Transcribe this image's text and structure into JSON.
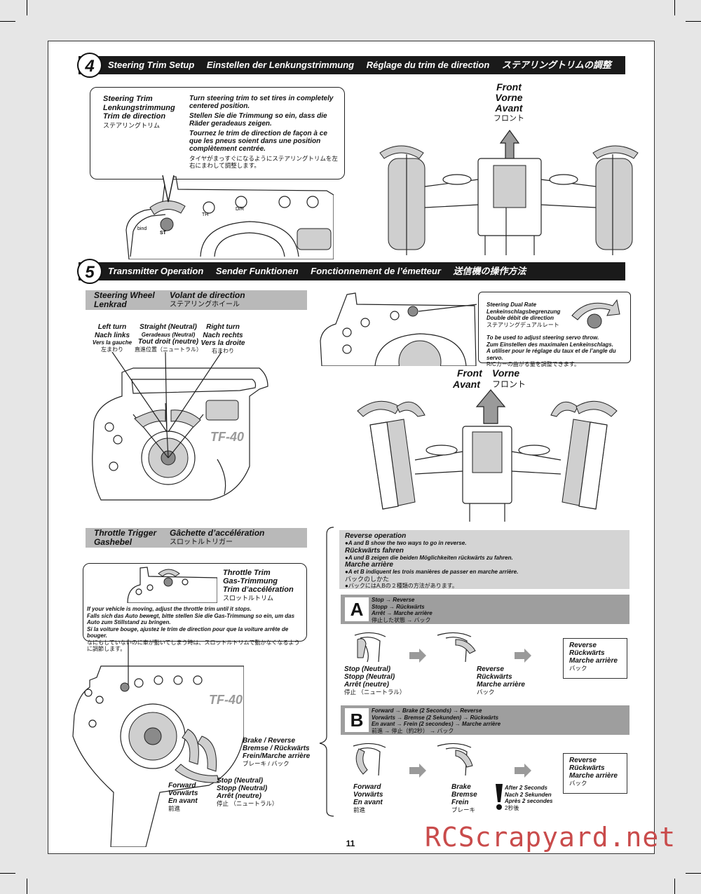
{
  "page_number": "11",
  "watermark": "RCScrapyard.net",
  "section4": {
    "number": "4",
    "titles": [
      "Steering Trim Setup",
      "Einstellen der Lenkungstrimmung",
      "Réglage du trim de direction",
      "ステアリングトリムの調整"
    ],
    "callout_labels": [
      "Steering Trim",
      "Lenkungstrimmung",
      "Trim de direction",
      "ステアリングトリム"
    ],
    "callout_text": [
      "Turn steering trim to set tires in completely centered position.",
      "Stellen Sie die Trimmung so ein, dass die Räder geradeaus zeigen.",
      "Tournez le trim de direction de façon à ce que les pneus soient dans une position complètement centrée.",
      "タイヤがまっすぐになるようにステアリングトリムを左右にまわして調整します。"
    ],
    "front_labels": [
      "Front",
      "Vorne",
      "Avant",
      "フロント"
    ],
    "tx_labels": [
      "bind",
      "ST",
      "TH",
      "D/R"
    ]
  },
  "section5": {
    "number": "5",
    "titles": [
      "Transmitter Operation",
      "Sender Funktionen",
      "Fonctionnement de l’émetteur",
      "送信機の操作方法"
    ],
    "steering_wheel": {
      "header": [
        "Steering Wheel",
        "Volant de direction",
        "Lenkrad",
        "ステアリングホイール"
      ],
      "left": [
        "Left turn",
        "Nach links",
        "Vers la gauche",
        "左まわり"
      ],
      "straight": [
        "Straight (Neutral)",
        "Geradeaus (Neutral)",
        "Tout droit (neutre)",
        "直進位置（ニュートラル）"
      ],
      "right": [
        "Right turn",
        "Nach rechts",
        "Vers la droite",
        "右まわり"
      ],
      "tx_model": "TF-40"
    },
    "dual_rate": {
      "labels": [
        "Steering Dual Rate",
        "Lenkeinschlagsbegrenzung",
        "Double débit de direction",
        "ステアリングデュアルレート"
      ],
      "text": [
        "To be used to adjust steering servo throw.",
        "Zum Einstellen des maximalen Lenkeinschlags.",
        "A utiliser pour le réglage du taux et de l’angle du servo.",
        "R/Cカーの曲がる量を調整できます。"
      ]
    },
    "front_labels": [
      "Front",
      "Vorne",
      "Avant",
      "フロント"
    ],
    "throttle": {
      "header": [
        "Throttle Trigger",
        "Gâchette d’accélération",
        "Gashebel",
        "スロットルトリガー"
      ],
      "trim_labels": [
        "Throttle Trim",
        "Gas-Trimmung",
        "Trim d’accélération",
        "スロットルトリム"
      ],
      "trim_text": [
        "If your vehicle is moving, adjust the throttle trim until it stops.",
        "Falls sich das Auto bewegt, bitte stellen Sie die Gas-Trimmung so ein, um das Auto zum Stillstand zu bringen.",
        "Si la voiture bouge, ajustez le trim de direction pour que la voiture arrête de bouger.",
        "なにもしていないのに車が動いてしまう時は、スロットルトリムで動かなくなるように調節します。"
      ],
      "brake": [
        "Brake / Reverse",
        "Bremse / Rückwärts",
        "Frein/Marche arrière",
        "ブレーキ / バック"
      ],
      "forward": [
        "Forward",
        "Vorwärts",
        "En avant",
        "前進"
      ],
      "stop": [
        "Stop (Neutral)",
        "Stopp (Neutral)",
        "Arrêt (neutre)",
        "停止 （ニュートラル）"
      ]
    },
    "reverse": {
      "title": "Reverse operation",
      "lines": [
        "●A and B show the two ways to go in reverse.",
        "Rückwärts fahren",
        "●A und B zeigen die beiden Möglichkeiten rückwärts zu fahren.",
        "Marche arrière",
        "●A et B indiquent les trois manières de passer en marche arrière.",
        "バックのしかた",
        "●バックにはA,Bの２種類の方法があります。"
      ],
      "A": {
        "letter": "A",
        "steps": [
          "Stop → Reverse",
          "Stopp → Rückwärts",
          "Arrêt → Marche arrière",
          "停止した状態 → バック"
        ],
        "stop": [
          "Stop (Neutral)",
          "Stopp (Neutral)",
          "Arrêt (neutre)",
          "停止 （ニュートラル）"
        ],
        "reverse": [
          "Reverse",
          "Rückwärts",
          "Marche arrière",
          "バック"
        ],
        "result": [
          "Reverse",
          "Rückwärts",
          "Marche arrière",
          "バック"
        ]
      },
      "B": {
        "letter": "B",
        "steps": [
          "Forward → Brake (2 Seconds) → Reverse",
          "Vorwärts → Bremse (2 Sekunden) → Rückwärts",
          "En avant → Frein (2 secondes) → Marche arrière",
          "前進 → 停止（約2秒） → バック"
        ],
        "forward": [
          "Forward",
          "Vorwärts",
          "En avant",
          "前進"
        ],
        "brake": [
          "Brake",
          "Bremse",
          "Frein",
          "ブレーキ"
        ],
        "after": [
          "After 2 Seconds",
          "Nach 2 Sekunden",
          "Après 2 secondes",
          "2秒後"
        ],
        "result": [
          "Reverse",
          "Rückwärts",
          "Marche arrière",
          "バック"
        ]
      }
    }
  }
}
